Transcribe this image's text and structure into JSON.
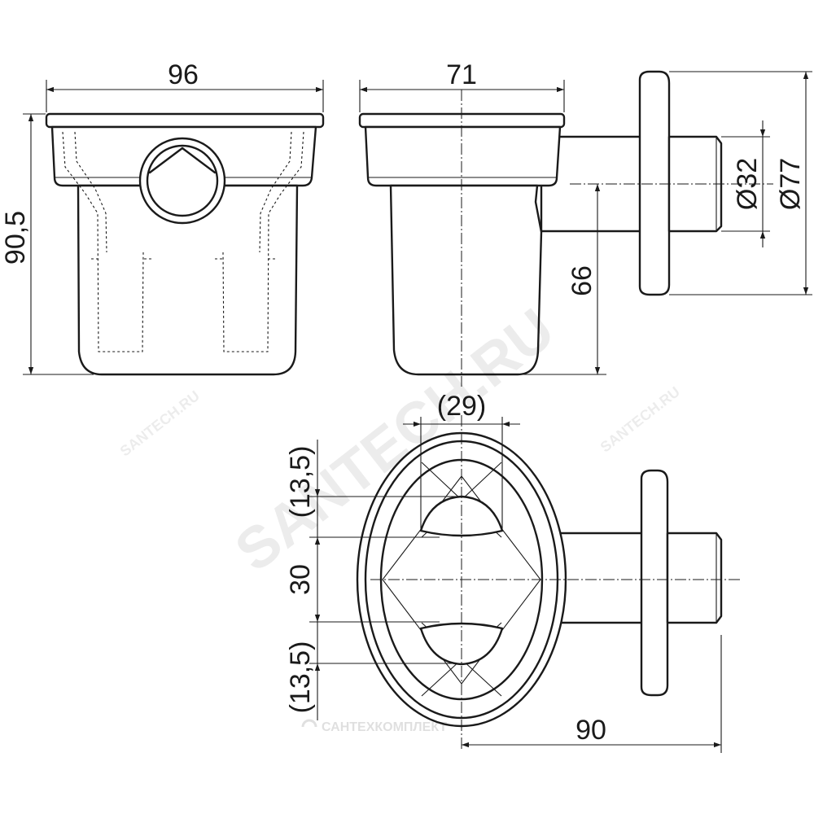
{
  "dimensions": {
    "width_front": "96",
    "width_side": "71",
    "height_total": "90,5",
    "outlet_height": "66",
    "outlet_diameter_small": "Ø32",
    "outlet_diameter_large": "Ø77",
    "opening_width": "(29)",
    "opening_top": "(13,5)",
    "opening_gap": "30",
    "opening_bottom": "(13,5)",
    "outlet_length": "90"
  },
  "watermarks": {
    "center": "SANTECH.RU",
    "bottom": "САНТЕХКОМПЛЕКТ",
    "corner_left": "SANTECH.RU",
    "corner_right": "SANTECH.RU"
  }
}
